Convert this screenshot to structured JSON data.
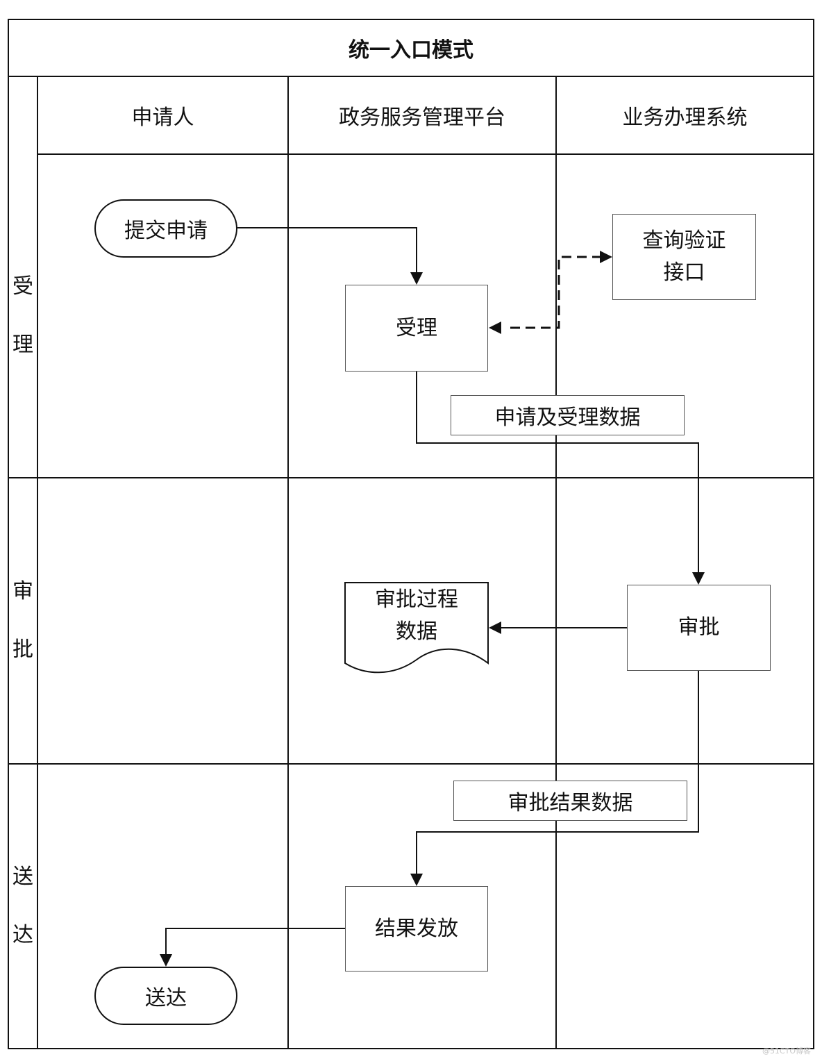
{
  "title": "统一入口模式",
  "columns": [
    "申请人",
    "政务服务管理平台",
    "业务办理系统"
  ],
  "lanes": [
    {
      "chars": [
        "受",
        "理"
      ]
    },
    {
      "chars": [
        "审",
        "批"
      ]
    },
    {
      "chars": [
        "送",
        "达"
      ]
    }
  ],
  "nodes": {
    "submit": "提交申请",
    "accept": "受理",
    "query_line1": "查询验证",
    "query_line2": "接口",
    "approve": "审批",
    "approval_doc_line1": "审批过程",
    "approval_doc_line2": "数据",
    "release": "结果发放",
    "deliver": "送达"
  },
  "labels": {
    "acceptance_data": "申请及受理数据",
    "result_data": "审批结果数据"
  },
  "watermark": "@51CTO博客"
}
